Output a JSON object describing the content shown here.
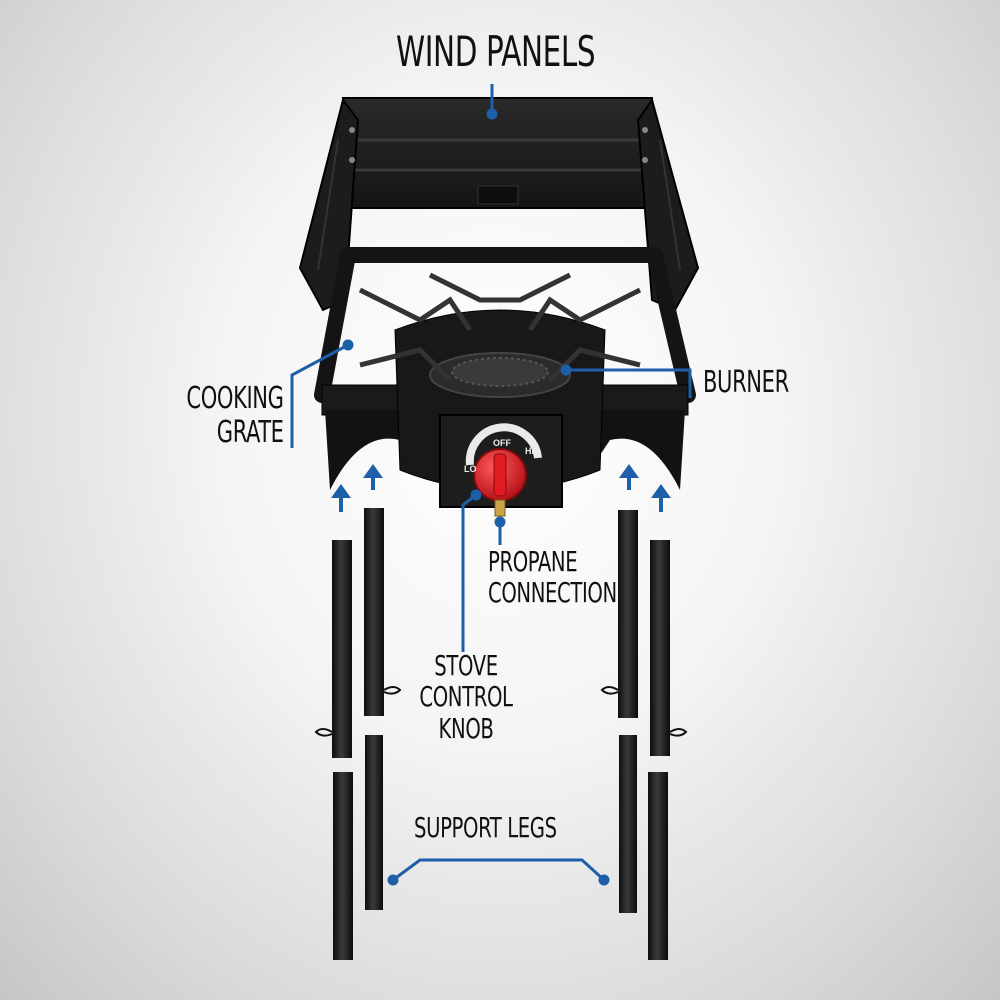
{
  "labels": {
    "wind_panels": "WIND PANELS",
    "cooking_grate": [
      "COOKING",
      "GRATE"
    ],
    "burner": "BURNER",
    "propane_connection": [
      "PROPANE",
      "CONNECTION"
    ],
    "stove_control_knob": [
      "STOVE",
      "CONTROL",
      "KNOB"
    ],
    "support_legs": "SUPPORT LEGS"
  },
  "knob": {
    "off": "OFF",
    "hi": "HI",
    "lo": "LO"
  },
  "colors": {
    "accent": "#1d5fa8",
    "metal": "#1b1b1b",
    "knob": "#d9141c",
    "label_text": "#111111"
  }
}
